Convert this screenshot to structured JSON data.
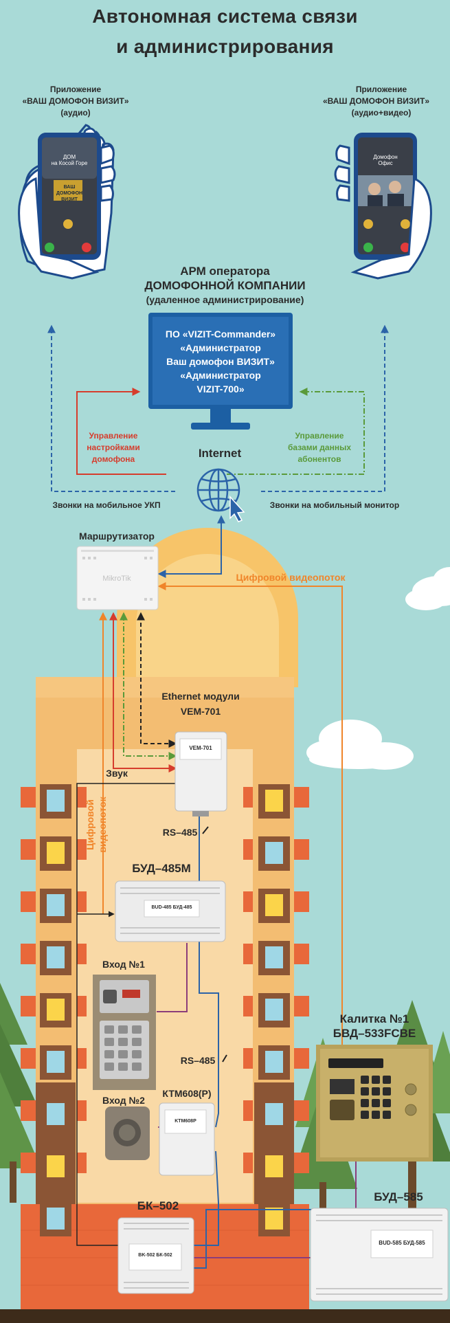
{
  "title": {
    "line1": "Автономная система связи",
    "line2": "и администрирования"
  },
  "app_left": {
    "line1": "Приложение",
    "line2": "«ВАШ ДОМОФОН ВИЗИТ»",
    "line3": "(аудио)",
    "screen_caption": "ДОМ\nна Косой Горе",
    "screen_logo": "ВАШ\nДОМОФОН\nВИЗИТ"
  },
  "app_right": {
    "line1": "Приложение",
    "line2": "«ВАШ ДОМОФОН ВИЗИТ»",
    "line3": "(аудио+видео)",
    "screen_caption": "Домофон\nОфис"
  },
  "arm": {
    "line1": "АРМ оператора",
    "line2": "ДОМОФОННОЙ КОМПАНИИ",
    "line3": "(удаленное администрирование)"
  },
  "monitor": {
    "line1": "ПО «VIZIT-Commander»",
    "line2": "«Администратор",
    "line3": "Ваш домофон ВИЗИТ»",
    "line4": "«Администратор",
    "line5": "VIZIT-700»"
  },
  "labels": {
    "control_settings": "Управление\nнастройками\nдомофона",
    "control_db": "Управление\nбазами данных\nабонентов",
    "internet": "Internet",
    "calls_mobile_ukp": "Звонки на мобильное УКП",
    "calls_mobile_monitor": "Звонки на мобильный монитор",
    "router": "Маршрутизатор",
    "digital_stream": "Цифровой видеопоток",
    "ethernet_modules": "Ethernet модули",
    "vem_model": "VEM-701",
    "sound": "Звук",
    "rs485_a": "RS–485",
    "rs485_b": "RS–485",
    "bud485m": "БУД–485М",
    "digital_stream_vertical": "Цифровой\nвидеопоток",
    "entrance1": "Вход №1",
    "ktm": "КТМ608(Р)",
    "entrance2": "Вход №2",
    "bk502": "БК–502",
    "gate1_line1": "Калитка №1",
    "gate1_line2": "БВД–533FCBE",
    "bud585": "БУД–585"
  },
  "device_text": {
    "vem": "VEM-701",
    "bud485": "BUD-485 БУД-485",
    "ktm": "KTM608P",
    "bk": "BK-502 БК-502",
    "bud585": "BUD-585 БУД-585",
    "router": "MikroTik"
  },
  "colors": {
    "sky": "#a9dad7",
    "building": "#f3bd72",
    "building_dark": "#8b5535",
    "brick": "#e8683a",
    "blue_line": "#2b63a8",
    "red_line": "#d63c2c",
    "green_line": "#5a9a3a",
    "orange_line": "#f0852a",
    "purple_line": "#8b3d7a",
    "monitor": "#1c5fa3"
  }
}
